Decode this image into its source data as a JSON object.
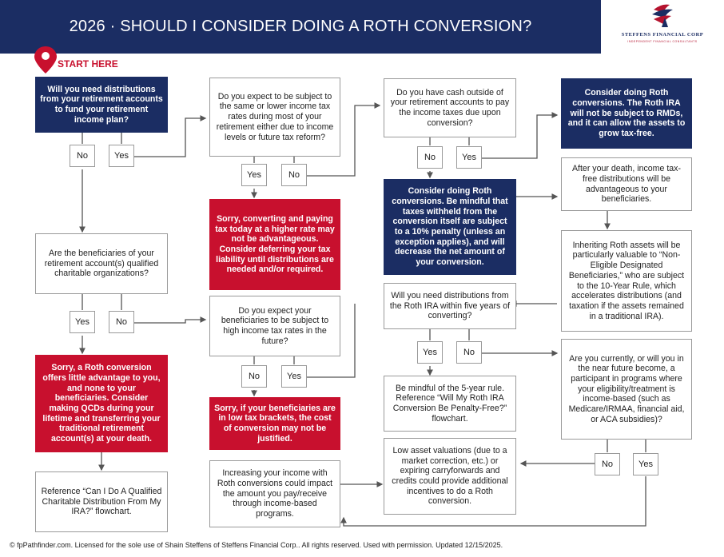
{
  "header": {
    "title": "2026 · SHOULD I CONSIDER DOING A ROTH CONVERSION?"
  },
  "logo": {
    "name": "STEFFENS FINANCIAL CORP",
    "tagline": "INDEPENDENT FINANCIAL CONSULTANTS"
  },
  "start_label": "START HERE",
  "yes": "Yes",
  "no": "No",
  "nodes": {
    "q1": "Will you need distributions from your retirement accounts to fund your retirement income plan?",
    "q2": "Are the beneficiaries of your retirement account(s) qualified charitable organizations?",
    "r_qcd": "Sorry, a Roth conversion offers little advantage to you, and none to your beneficiaries. Consider making QCDs during your lifetime and transferring your traditional retirement account(s) at your death.",
    "ref_qcd": "Reference “Can I Do A Qualified Charitable Distribution From My IRA?” flowchart.",
    "q3": "Do you expect to be subject to the same or lower income tax rates during most of your retirement either due to income levels or future tax reform?",
    "r_rate": "Sorry, converting and paying tax today at a higher rate may not be advantageous. Consider deferring your tax liability until distributions are needed and/or required.",
    "q4": "Do you expect your beneficiaries to be subject to high income tax rates in the future?",
    "r_low": "Sorry, if your beneficiaries are in low tax brackets, the cost of conversion may not be justified.",
    "n_income": "Increasing your income with Roth conversions could impact the amount you pay/receive through income-based programs.",
    "q5": "Do you have cash outside of your retirement accounts to pay the income taxes due upon conversion?",
    "c_withheld": "Consider doing Roth conversions. Be mindful that taxes withheld from the conversion itself are subject to a 10% penalty (unless an exception applies), and will decrease the net amount of your conversion.",
    "q6": "Will you need distributions from the Roth IRA within five years of converting?",
    "n_5yr": "Be mindful of the 5-year rule. Reference “Will My Roth IRA Conversion Be Penalty-Free?” flowchart.",
    "n_low": "Low asset valuations (due to a market correction, etc.) or expiring carryforwards and credits could provide additional incentives to do a Roth conversion.",
    "c_rmd": "Consider doing Roth conversions. The Roth IRA will not be subject to RMDs, and it can allow the assets to grow tax-free.",
    "n_death": "After your death, income tax-free distributions will be advantageous to your beneficiaries.",
    "n_inherit": "Inheriting Roth assets will be particularly valuable to “Non-Eligible Designated Beneficiaries,” who are subject to the 10-Year Rule, which accelerates distributions (and taxation if the assets remained in a traditional IRA).",
    "q7": "Are you currently, or will you in the near future become, a participant in programs where your eligibility/treatment is income-based (such as Medicare/IRMAA, financial aid, or ACA subsidies)?"
  },
  "footer": "© fpPathfinder.com. Licensed for the sole use of Shain Steffens of Steffens Financial Corp.. All rights reserved. Used with permission. Updated 12/15/2025."
}
